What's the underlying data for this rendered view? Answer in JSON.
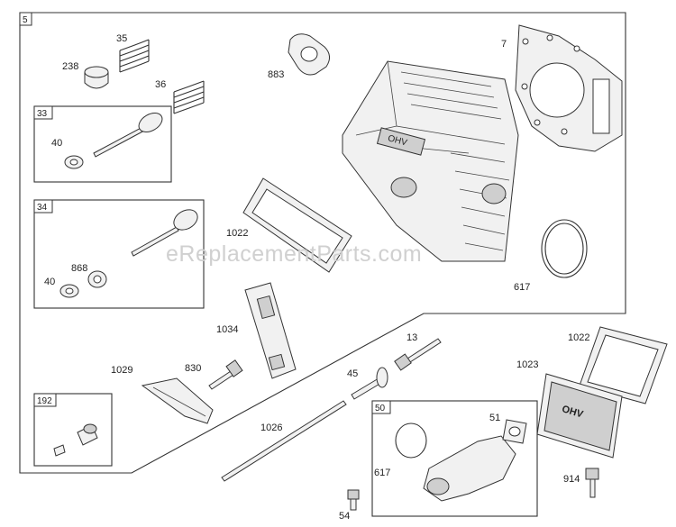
{
  "watermark": "eReplacementParts.com",
  "main_section": "5",
  "sub_boxes": [
    "33",
    "34",
    "192",
    "50"
  ],
  "part_labels": {
    "p7": "7",
    "p35": "35",
    "p36": "36",
    "p238": "238",
    "p883": "883",
    "p40a": "40",
    "p40b": "40",
    "p868": "868",
    "p1022a": "1022",
    "p617a": "617",
    "p1034": "1034",
    "p13": "13",
    "p1022b": "1022",
    "p1023": "1023",
    "p1029": "1029",
    "p830": "830",
    "p45": "45",
    "p1026": "1026",
    "p51": "51",
    "p617b": "617",
    "p914": "914",
    "p54": "54"
  }
}
